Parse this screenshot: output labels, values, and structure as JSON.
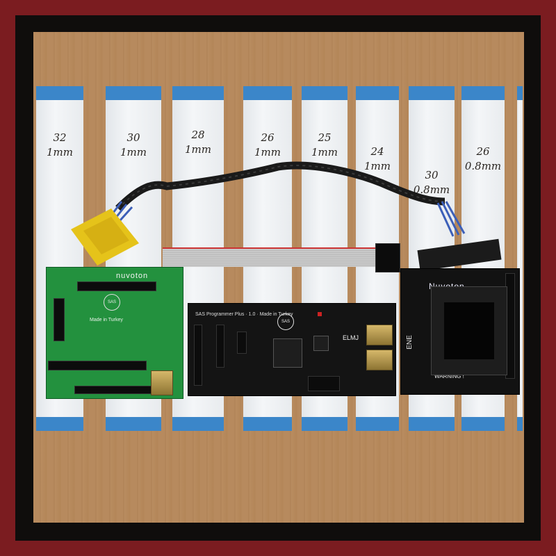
{
  "photo": {
    "cables": [
      {
        "line1": "32",
        "line2": "1mm"
      },
      {
        "line1": "30",
        "line2": "1mm"
      },
      {
        "line1": "28",
        "line2": "1mm"
      },
      {
        "line1": "26",
        "line2": "1mm"
      },
      {
        "line1": "25",
        "line2": "1mm"
      },
      {
        "line1": "24",
        "line2": "1mm"
      },
      {
        "line1": "30",
        "line2": "0.8mm"
      },
      {
        "line1": "26",
        "line2": "0.8mm"
      }
    ],
    "green_board": {
      "brand": "nuvoton",
      "logo": "SAS",
      "silk": "Made in Turkey"
    },
    "middle_board": {
      "logo": "SAS",
      "title": "SAS Programmer Plus · 1.0 · Made in Turkey",
      "chip_label": "ELMJ"
    },
    "right_board": {
      "brand": "Nuvoton",
      "warning": "WARNING !",
      "side": "ENE"
    },
    "colors": {
      "frame": "#7b1c20",
      "cardboard": "#b78a5e",
      "cable_stripe": "#3b86c9",
      "pcb_green": "#23913e",
      "pcb_black": "#141414"
    }
  }
}
